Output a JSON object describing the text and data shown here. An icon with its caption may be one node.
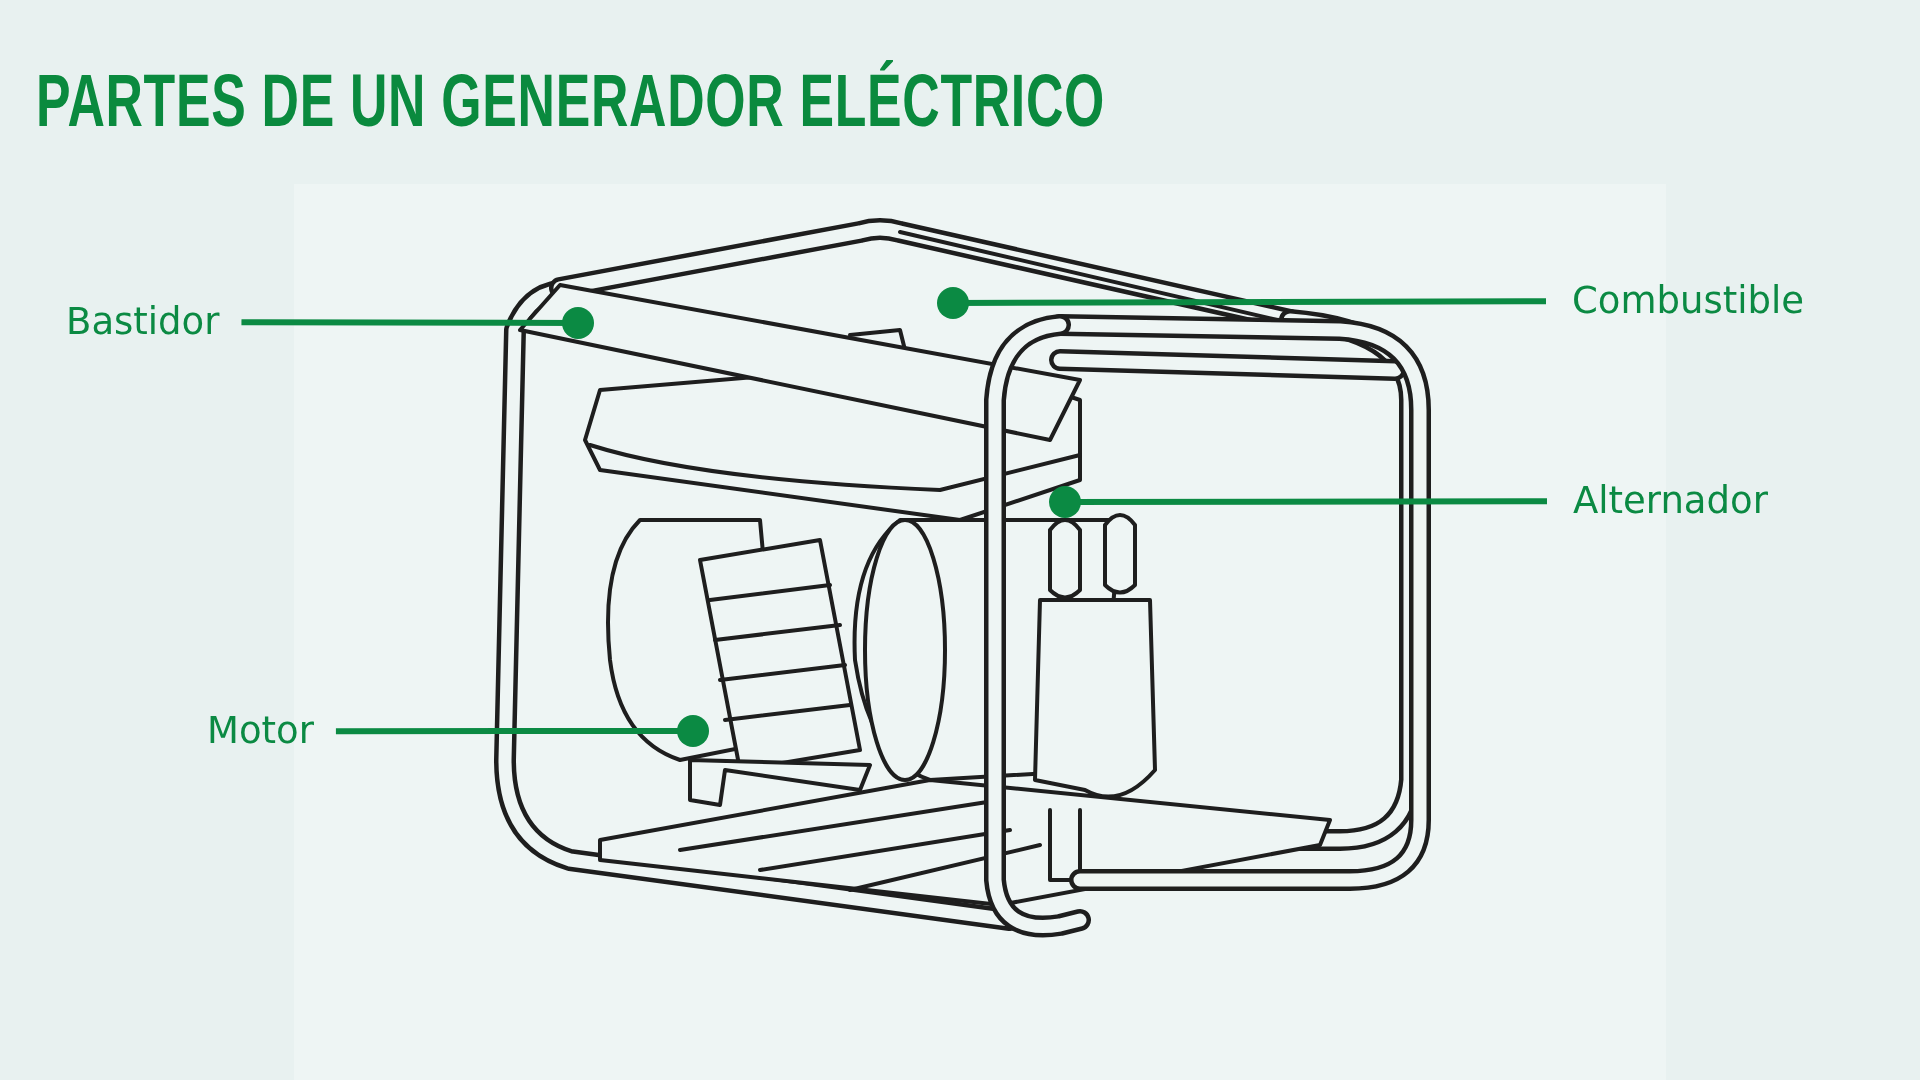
{
  "diagram": {
    "title": "PARTES DE UN GENERADOR ELÉCTRICO",
    "nodes": [
      {
        "text": [
          "Bastidor"
        ]
      },
      {
        "text": [
          "Combustible"
        ]
      },
      {
        "text": [
          "Alternador"
        ]
      },
      {
        "text": [
          "Motor"
        ]
      }
    ],
    "edges": [
      {
        "from": 0,
        "to": null,
        "arrow": "other"
      },
      {
        "from": 1,
        "to": null,
        "arrow": "other"
      },
      {
        "from": 2,
        "to": null,
        "arrow": "other"
      },
      {
        "from": 3,
        "to": null,
        "arrow": "other"
      }
    ]
  }
}
